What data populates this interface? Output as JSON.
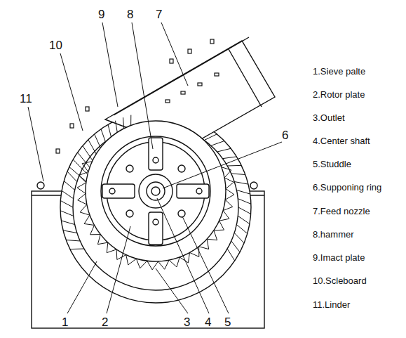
{
  "diagram": {
    "labels": [
      "9",
      "8",
      "7",
      "10",
      "11",
      "6",
      "1",
      "2",
      "3",
      "4",
      "5",
      "1.Sieve palte",
      "2.Rotor plate",
      "3.Outlet",
      "4.Center shaft",
      "5.Studdle",
      "6.Supponing ring",
      "7.Feed nozzle",
      "8.hammer",
      "9.Imact plate",
      "10.Scleboard",
      "11.Linder"
    ]
  }
}
